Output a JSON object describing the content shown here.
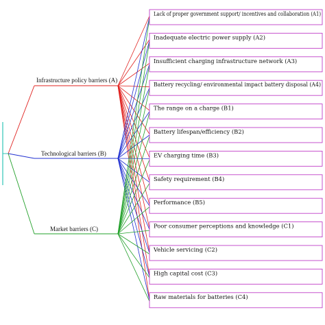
{
  "root": {
    "color": "#2ec4b6"
  },
  "categories": [
    {
      "id": "A",
      "label": "Infrastructure policy barriers (A)",
      "color": "#e0201e"
    },
    {
      "id": "B",
      "label": "Technological barriers  (B)",
      "color": "#1f2fd0"
    },
    {
      "id": "C",
      "label": "Market barriers  (C)",
      "color": "#22a02a"
    }
  ],
  "barriers": [
    {
      "label": "Lack of proper government support/ incentives and collaboration  (A1)"
    },
    {
      "label": "Inadequate electric power supply  (A2)"
    },
    {
      "label": "Insufficient charging infrastructure network  (A3)"
    },
    {
      "label": "Battery recycling/ environmental impact battery disposal  (A4)"
    },
    {
      "label": "The range on a charge (B1)"
    },
    {
      "label": "Battery lifespan/efficiency  (B2)"
    },
    {
      "label": "EV charging time  (B3)"
    },
    {
      "label": "Safety requirement  (B4)"
    },
    {
      "label": "Performance (B5)"
    },
    {
      "label": "Poor consumer perceptions and knowledge (C1)"
    },
    {
      "label": "Vehicle servicing (C2)"
    },
    {
      "label": "High capital cost (C3)"
    },
    {
      "label": "Raw materials for batteries (C4)"
    }
  ],
  "colors": {
    "box_border": "#c040c8",
    "text": "#111111"
  }
}
